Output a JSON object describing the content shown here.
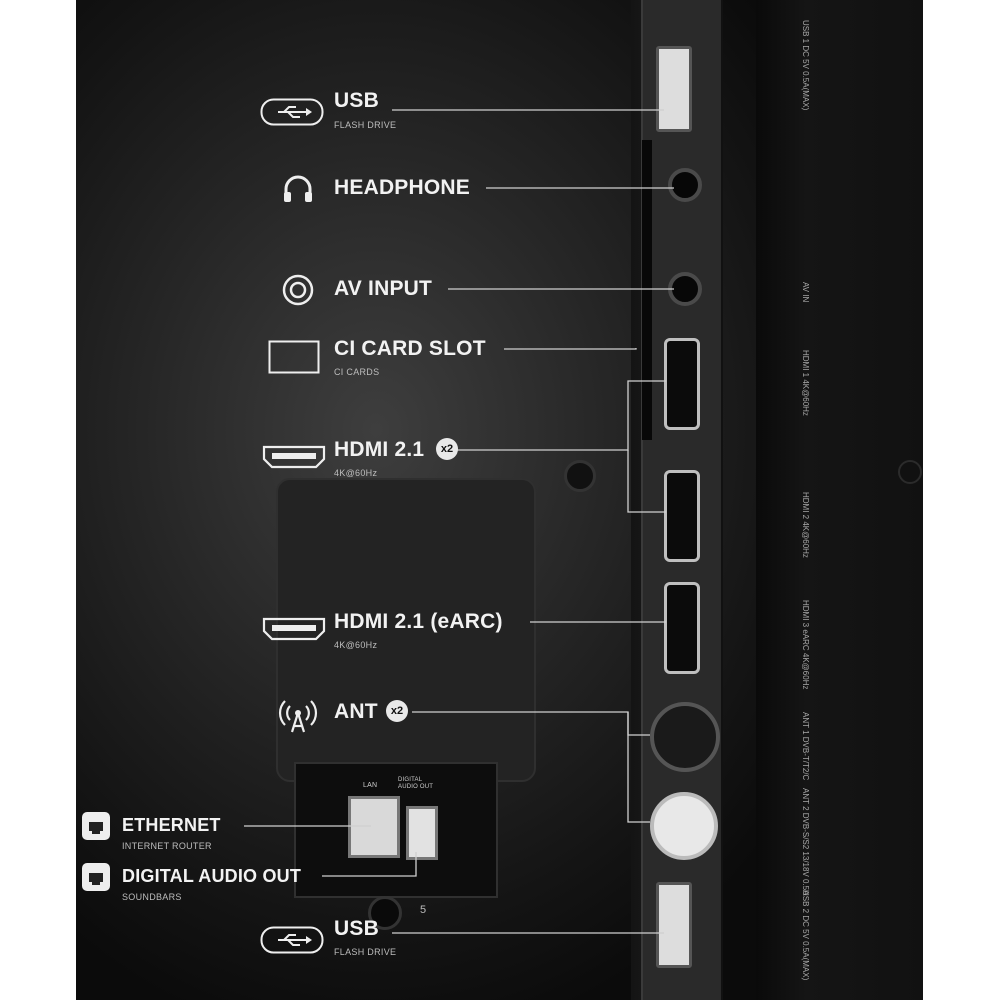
{
  "ports": [
    {
      "id": "usb_top",
      "label": "USB",
      "sub": "FLASH DRIVE",
      "icon": "usb-icon"
    },
    {
      "id": "headphone",
      "label": "HEADPHONE",
      "icon": "headphone-icon"
    },
    {
      "id": "av_input",
      "label": "AV INPUT",
      "icon": "av-input-icon"
    },
    {
      "id": "ci",
      "label": "CI CARD SLOT",
      "sub": "CI CARDS",
      "icon": "ci-card-icon"
    },
    {
      "id": "hdmi_x2",
      "label": "HDMI 2.1",
      "badge": "x2",
      "sub": "4K@60Hz",
      "icon": "hdmi-icon"
    },
    {
      "id": "hdmi_earc",
      "label": "HDMI 2.1 (eARC)",
      "sub": "4K@60Hz",
      "icon": "hdmi-icon"
    },
    {
      "id": "ant",
      "label": "ANT",
      "badge": "x2",
      "icon": "antenna-icon"
    },
    {
      "id": "ethernet",
      "label": "ETHERNET",
      "sub": "INTERNET ROUTER",
      "icon": "ethernet-icon"
    },
    {
      "id": "digital_audio",
      "label": "DIGITAL AUDIO OUT",
      "sub": "SOUNDBARS",
      "icon": "ethernet-icon"
    },
    {
      "id": "usb_bottom",
      "label": "USB",
      "sub": "FLASH DRIVE",
      "icon": "usb-icon"
    }
  ],
  "board_labels": {
    "lan": "LAN",
    "digital_audio_out": "DIGITAL AUDIO OUT",
    "usb1": "USB 1 DC 5V 0.5A(MAX)",
    "av_in": "AV IN",
    "hdmi1": "HDMI 1 4K@60Hz",
    "hdmi2": "HDMI 2 4K@60Hz",
    "hdmi3": "HDMI 3 eARC 4K@60Hz",
    "ant1": "ANT 1 DVB-T/T2/C",
    "ant2": "ANT 2 DVB-S/S2 13/18V 0.5A",
    "usb2": "USB 2 DC 5V 0.5A(MAX)",
    "service": "5"
  },
  "colors": {
    "panel": "#1b1b1b",
    "text": "#f2f2f2",
    "line": "#d0d0d0"
  }
}
